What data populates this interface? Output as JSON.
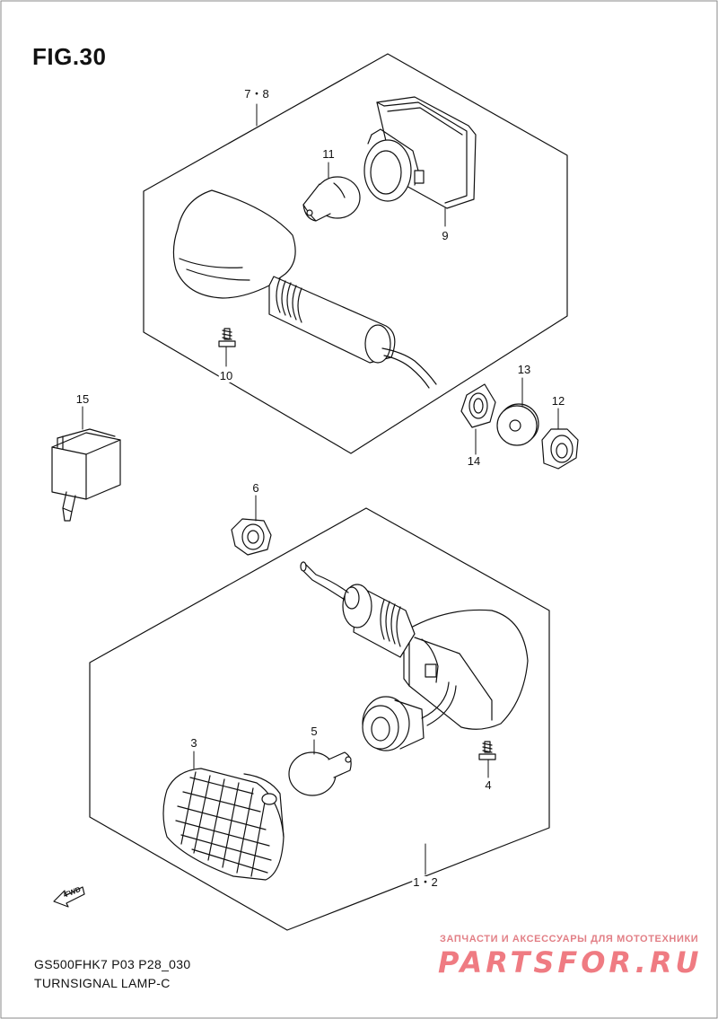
{
  "figure": {
    "title": "FIG.30"
  },
  "callouts": {
    "c_7_8": "7・8",
    "c_11": "11",
    "c_9": "9",
    "c_10": "10",
    "c_13": "13",
    "c_12": "12",
    "c_14": "14",
    "c_15": "15",
    "c_6": "6",
    "c_3": "3",
    "c_5": "5",
    "c_4": "4",
    "c_1_2": "1・2"
  },
  "direction": {
    "label": "FWD"
  },
  "footer": {
    "model_code": "GS500FHK7 P03 P28_030",
    "description": "TURNSIGNAL LAMP-C"
  },
  "watermark": {
    "tagline": "ЗАПЧАСТИ И АКСЕССУАРЫ ДЛЯ МОТОТЕХНИКИ",
    "logo": "PARTSFOR.RU"
  }
}
